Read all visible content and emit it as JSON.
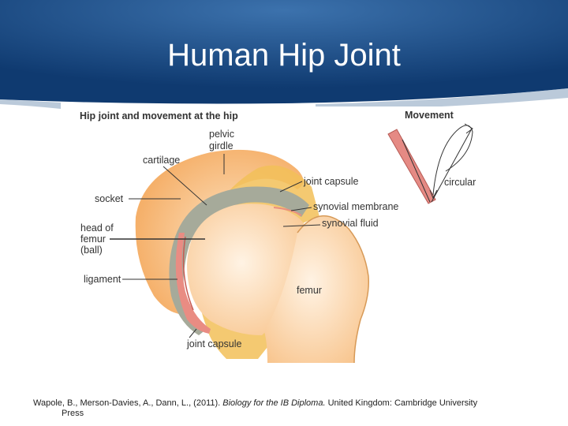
{
  "slide": {
    "title": "Human Hip Joint",
    "theme_color": "#1d4f8f"
  },
  "figure": {
    "heading": "Hip joint and movement at the hip",
    "movement_heading": "Movement",
    "labels": {
      "pelvic_1": "pelvic",
      "pelvic_2": "girdle",
      "cartilage": "cartilage",
      "socket": "socket",
      "head_1": "head of",
      "head_2": "femur",
      "head_3": "(ball)",
      "ligament": "ligament",
      "joint_capsule_top": "joint capsule",
      "synovial_membrane": "synovial membrane",
      "synovial_fluid": "synovial fluid",
      "femur": "femur",
      "joint_capsule_bottom": "joint capsule",
      "circular": "circular"
    },
    "colors": {
      "bone": "#f6bc79",
      "bone_light": "#fde0bc",
      "cartilage": "#a6aa9a",
      "capsule": "#f2c058",
      "ligament": "#e98c83",
      "arm": "#e58a84"
    }
  },
  "citation": {
    "authors": "Wapole, B., Merson-Davies, A., Dann, L., (2011).",
    "book": "Biology for the IB Diploma.",
    "publisher": "United Kingdom: Cambridge University",
    "publisher_cont": "Press"
  }
}
